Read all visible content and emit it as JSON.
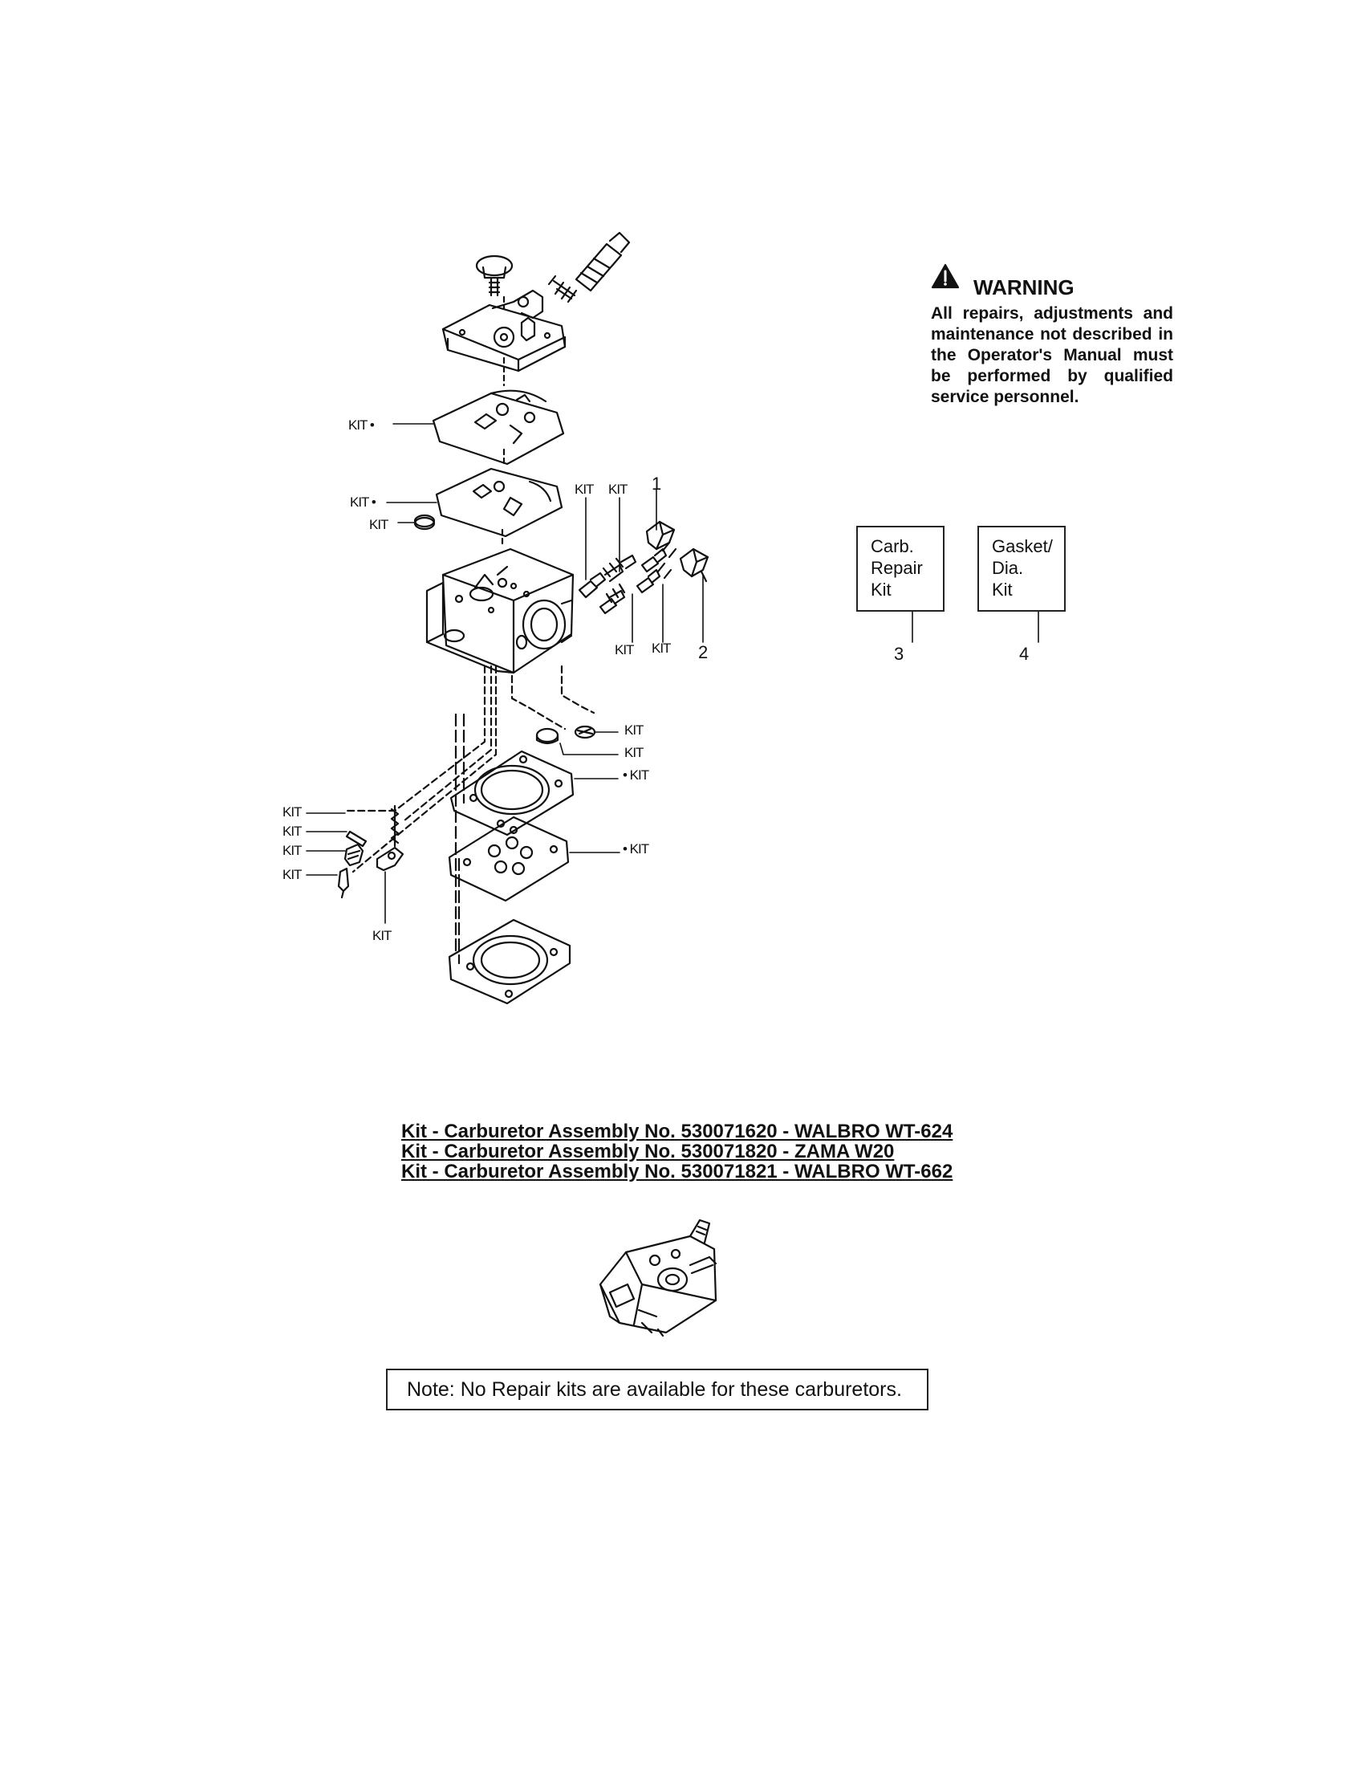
{
  "warning": {
    "title": "WARNING",
    "text": "All repairs, adjustments and maintenance not described in the Operator's Manual must be performed by qualified service personnel."
  },
  "kit_boxes": [
    {
      "lines": [
        "Carb.",
        "Repair",
        "Kit"
      ],
      "ref": "3"
    },
    {
      "lines": [
        "Gasket/",
        "Dia.",
        "Kit"
      ],
      "ref": "4"
    }
  ],
  "callouts": {
    "kit": "KIT",
    "kit_bullet_right": "KIT •",
    "kit_bullet_left": "• KIT",
    "ref_1": "1",
    "ref_2": "2"
  },
  "assemblies": [
    "Kit - Carburetor Assembly No. 530071620 - WALBRO WT-624",
    "Kit - Carburetor Assembly No. 530071820 - ZAMA W20",
    "Kit - Carburetor Assembly No. 530071821 - WALBRO WT-662"
  ],
  "note": "Note: No Repair kits are available for these carburetors."
}
